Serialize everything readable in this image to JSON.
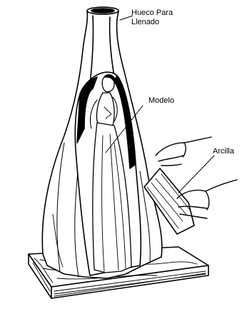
{
  "labels": {
    "fill_hole_line1": "Hueco Para",
    "fill_hole_line2": "Llenado",
    "model": "Modelo",
    "clay": "Arcilla"
  },
  "colors": {
    "ink": "#000000",
    "paper": "#ffffff"
  }
}
